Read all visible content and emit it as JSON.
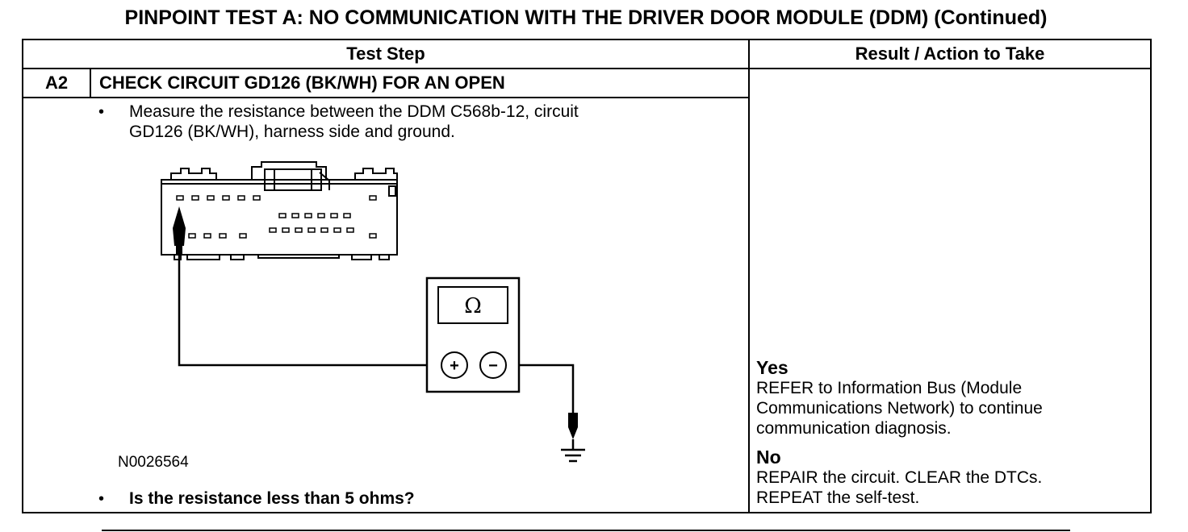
{
  "title": "PINPOINT TEST A: NO COMMUNICATION WITH THE DRIVER DOOR MODULE (DDM) (Continued)",
  "table": {
    "header_test_step": "Test Step",
    "header_result": "Result / Action to Take"
  },
  "step": {
    "number": "A2",
    "title": "CHECK CIRCUIT GD126 (BK/WH) FOR AN OPEN",
    "bullet_symbol": "•",
    "instruction_line1": "Measure the resistance between the DDM C568b-12, circuit",
    "instruction_line2": "GD126 (BK/WH), harness side and ground.",
    "figure_number": "N0026564",
    "question": "Is the resistance less than 5 ohms?"
  },
  "diagram": {
    "meter_symbol": "Ω",
    "plus_symbol": "+",
    "minus_symbol": "−",
    "icons": [
      "connector-icon",
      "ohmmeter-icon",
      "ground-icon",
      "probe-icon"
    ]
  },
  "results": {
    "yes_label": "Yes",
    "yes_line1": "REFER to Information Bus (Module",
    "yes_line2": "Communications Network) to continue",
    "yes_line3": "communication diagnosis.",
    "no_label": "No",
    "no_line1": "REPAIR the circuit. CLEAR the DTCs.",
    "no_line2": "REPEAT the self-test."
  }
}
